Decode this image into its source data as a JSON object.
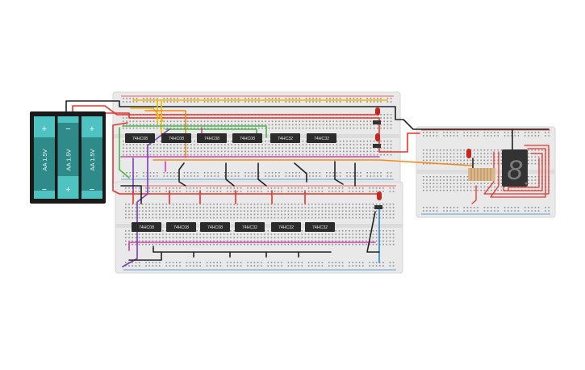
{
  "battery": {
    "cells": [
      {
        "label": "AA 1.5V",
        "top_sign": "+",
        "bottom_sign": "−"
      },
      {
        "label": "AA 1.5V",
        "top_sign": "−",
        "bottom_sign": "+"
      },
      {
        "label": "AA 1.5V",
        "top_sign": "+",
        "bottom_sign": "−"
      }
    ]
  },
  "chips": {
    "top_row": [
      "74HC08",
      "74HC08",
      "74HC08",
      "74HC08",
      "74HC32",
      "74HC32"
    ],
    "bottom_row": [
      "74HC08",
      "74HC08",
      "74HC08",
      "74HC32",
      "74HC32",
      "74HC32"
    ]
  },
  "display": {
    "digit": "8"
  },
  "colors": {
    "breadboard": "#e9e9e9",
    "battery_cell": "#2f8a8a",
    "battery_cap": "#4fc2c2",
    "wire_red": "#e8332b",
    "wire_black": "#222222",
    "wire_yellow": "#f2b800",
    "wire_orange": "#f08a1c",
    "wire_green": "#4cb648",
    "wire_purple": "#7b3fb5",
    "wire_magenta": "#d33ea8",
    "wire_blue": "#2f86d6",
    "led": "#c7261f",
    "chip": "#2b2b2b"
  }
}
